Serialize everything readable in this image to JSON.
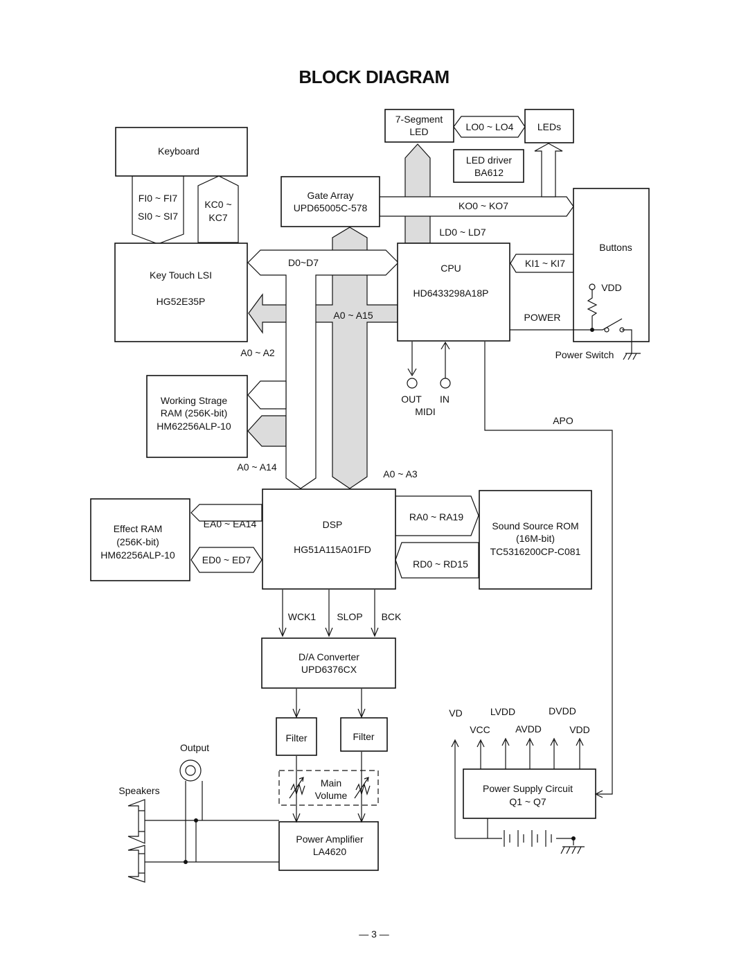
{
  "title": "BLOCK DIAGRAM",
  "page_number": "— 3 —",
  "blocks": {
    "seven_seg": [
      "7-Segment",
      "LED"
    ],
    "leds": "LEDs",
    "led_driver": [
      "LED driver",
      "BA612"
    ],
    "keyboard": "Keyboard",
    "gate_array": [
      "Gate Array",
      "UPD65005C-578"
    ],
    "buttons": "Buttons",
    "key_lsi": [
      "Key Touch LSI",
      "HG52E35P"
    ],
    "cpu": [
      "CPU",
      "HD6433298A18P"
    ],
    "ram": [
      "Working Strage",
      "RAM (256K-bit)",
      "HM62256ALP-10"
    ],
    "effect_ram": [
      "Effect RAM",
      "(256K-bit)",
      "HM62256ALP-10"
    ],
    "dsp": [
      "DSP",
      "HG51A115A01FD"
    ],
    "rom": [
      "Sound Source ROM",
      "(16M-bit)",
      "TC5316200CP-C081"
    ],
    "dac": [
      "D/A Converter",
      "UPD6376CX"
    ],
    "filter": "Filter",
    "psu": [
      "Power Supply Circuit",
      "Q1 ~ Q7"
    ],
    "amp": [
      "Power Amplifier",
      "LA4620"
    ]
  },
  "signals": {
    "lo": "LO0 ~ LO4",
    "fi": "FI0 ~ FI7",
    "si": "SI0 ~ SI7",
    "kc": [
      "KC0 ~",
      "KC7"
    ],
    "ko": "KO0 ~ KO7",
    "ld": "LD0 ~ LD7",
    "d": "D0~D7",
    "a15": "A0 ~ A15",
    "a2": "A0 ~ A2",
    "a14": "A0 ~ A14",
    "a3": "A0 ~ A3",
    "ki": "KI1 ~ KI7",
    "vdd": "VDD",
    "power": "POWER",
    "power_switch": "Power Switch",
    "out": "OUT",
    "in": "IN",
    "midi": "MIDI",
    "apo": "APO",
    "ea": "EA0 ~ EA14",
    "ed": "ED0 ~ ED7",
    "ra": "RA0 ~ RA19",
    "rd": "RD0 ~ RD15",
    "wck": "WCK1",
    "slop": "SLOP",
    "bck": "BCK",
    "vd": "VD",
    "lvdd": "LVDD",
    "dvdd": "DVDD",
    "vcc": "VCC",
    "avdd": "AVDD",
    "vdd2": "VDD",
    "output": "Output",
    "speakers": "Speakers",
    "main_volume": [
      "Main",
      "Volume"
    ]
  }
}
